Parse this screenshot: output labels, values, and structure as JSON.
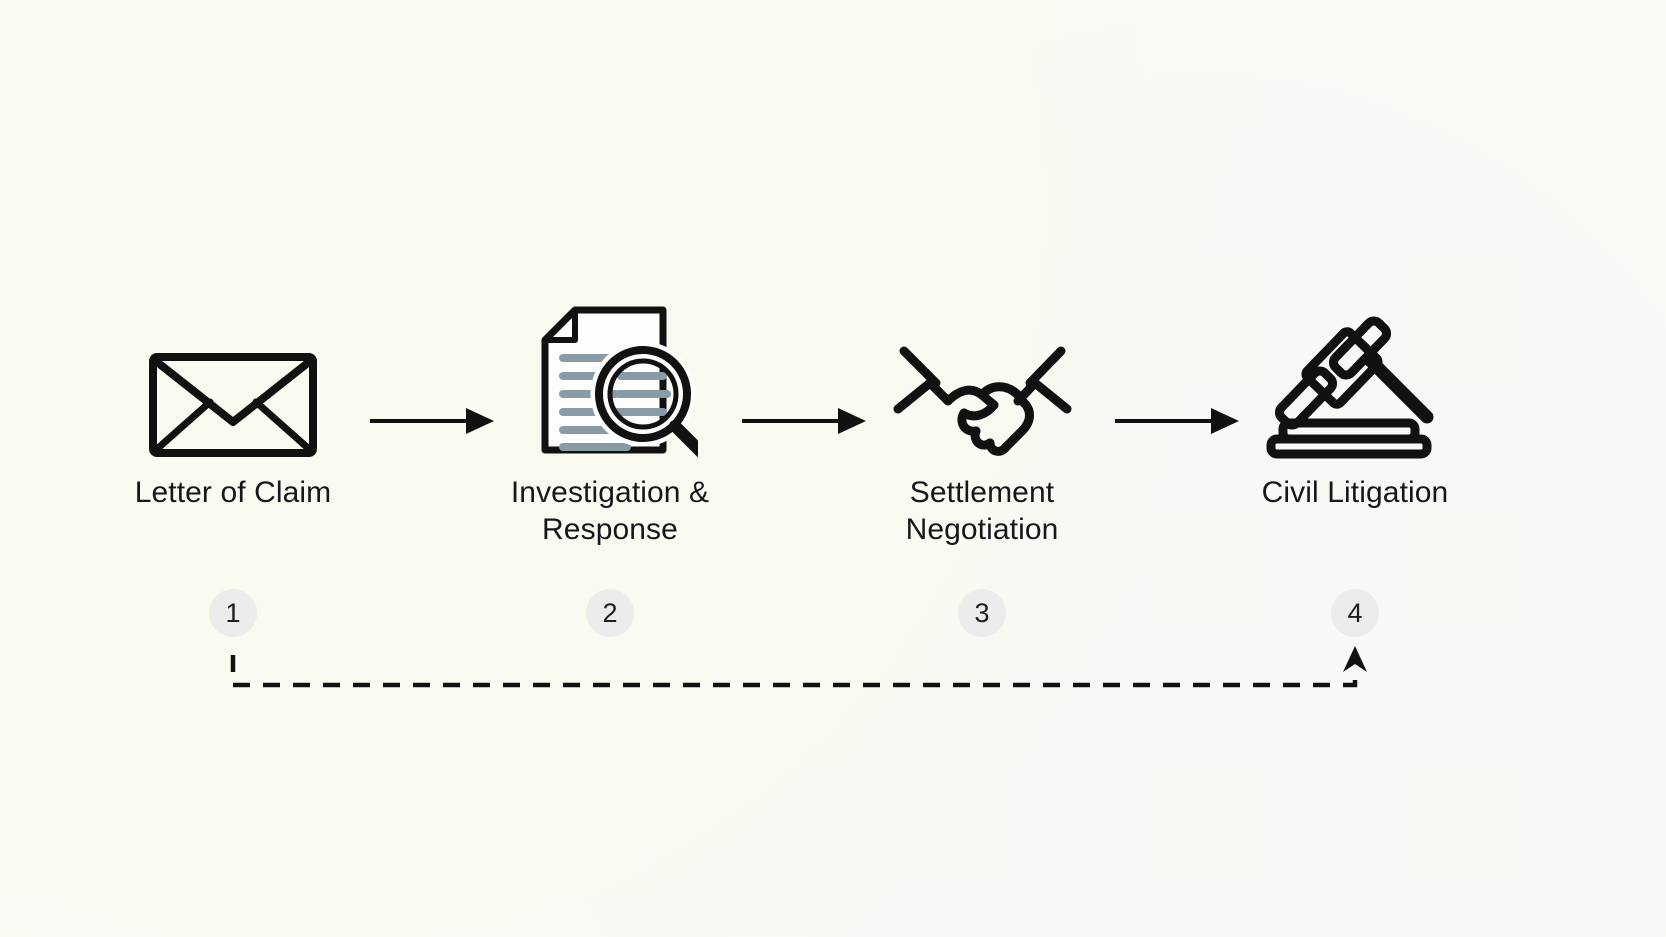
{
  "diagram": {
    "title_text": "",
    "background_color": "#fbfbf7",
    "ink_color": "#111111",
    "badge_fill": "#ececec",
    "doc_line_color": "#8a9ba8",
    "steps": [
      {
        "number": "1",
        "label": "Letter of Claim",
        "icon": "envelope-icon"
      },
      {
        "number": "2",
        "label": "Investigation &\nResponse",
        "icon": "document-magnifier-icon"
      },
      {
        "number": "3",
        "label": "Settlement\nNegotiation",
        "icon": "handshake-icon"
      },
      {
        "number": "4",
        "label": "Civil Litigation",
        "icon": "gavel-icon"
      }
    ],
    "connectors": [
      {
        "name": "arrow-1-to-2",
        "type": "solid-arrow"
      },
      {
        "name": "arrow-2-to-3",
        "type": "solid-arrow"
      },
      {
        "name": "arrow-3-to-4",
        "type": "solid-arrow"
      },
      {
        "name": "feedback-loop-4-to-1",
        "type": "dashed-arrow"
      }
    ]
  }
}
